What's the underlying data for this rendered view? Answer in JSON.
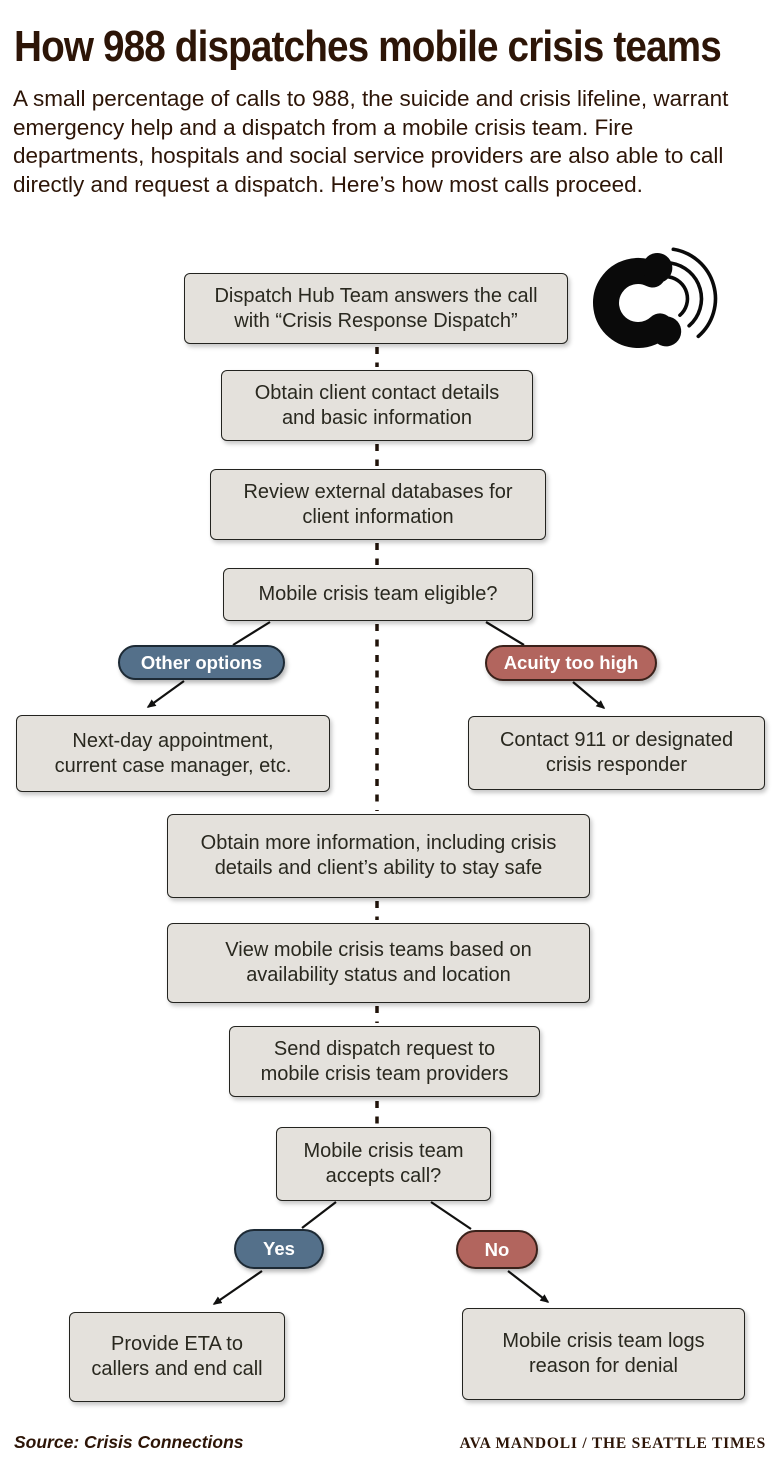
{
  "header": {
    "title": "How 988 dispatches mobile crisis teams",
    "intro": "A small percentage of calls to 988, the suicide and crisis lifeline, warrant emergency help and a dispatch from a mobile crisis team. Fire departments, hospitals and social service providers are also able to call directly and request a dispatch. Here’s how most calls proceed."
  },
  "flow": {
    "nodes": [
      {
        "id": "answer-call",
        "text": "Dispatch Hub Team answers the call\nwith “Crisis Response Dispatch”"
      },
      {
        "id": "obtain-contact",
        "text": "Obtain client contact details\nand basic information"
      },
      {
        "id": "review-databases",
        "text": "Review external databases for\nclient information"
      },
      {
        "id": "eligible-question",
        "text": "Mobile crisis team eligible?"
      },
      {
        "id": "other-options-result",
        "text": "Next-day appointment,\ncurrent case manager, etc."
      },
      {
        "id": "acuity-result",
        "text": "Contact 911 or designated\ncrisis responder"
      },
      {
        "id": "more-info",
        "text": "Obtain more information, including crisis\ndetails and client’s ability to stay safe"
      },
      {
        "id": "view-teams",
        "text": "View mobile crisis teams based on\navailability status and location"
      },
      {
        "id": "send-dispatch",
        "text": "Send dispatch request to\nmobile crisis team providers"
      },
      {
        "id": "accepts-question",
        "text": "Mobile crisis team\naccepts call?"
      },
      {
        "id": "yes-result",
        "text": "Provide ETA to\ncallers and end call"
      },
      {
        "id": "no-result",
        "text": "Mobile crisis team logs\nreason for denial"
      }
    ],
    "branch_labels": [
      {
        "label": "Other options",
        "color": "blue"
      },
      {
        "label": "Acuity too high",
        "color": "red"
      },
      {
        "label": "Yes",
        "color": "blue"
      },
      {
        "label": "No",
        "color": "red"
      }
    ]
  },
  "icons": {
    "phone": "phone-ringing-icon"
  },
  "footer": {
    "source": "Source: Crisis Connections",
    "credit": "AVA MANDOLI / THE SEATTLE TIMES"
  },
  "colors": {
    "accent_blue": "#54708a",
    "accent_red": "#b2655e",
    "box_fill": "#e4e1dc",
    "ink": "#2d1507",
    "line": "#1b1b19",
    "dash": "#20130a"
  }
}
